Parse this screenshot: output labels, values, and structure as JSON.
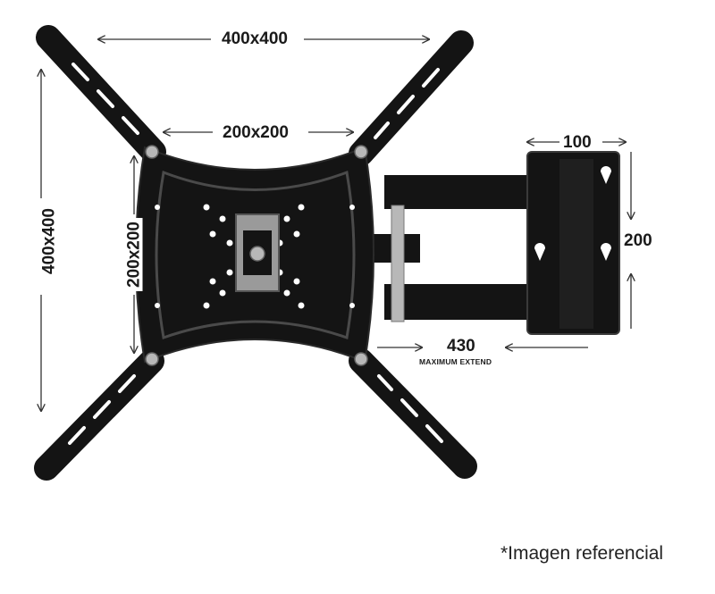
{
  "dimensions": {
    "top_width": "400x400",
    "left_height": "400x400",
    "inner_width": "200x200",
    "inner_height": "200x200",
    "wall_plate_width": "100",
    "wall_plate_height": "200",
    "extension": "430",
    "extension_note": "MAXIMUM EXTEND"
  },
  "caption": "*Imagen referencial",
  "colors": {
    "bracket": "#141414",
    "bracket_edge": "#3a3a3a",
    "highlight": "#5a5a5a",
    "metal": "#b8b8b8",
    "dimension_line": "#333333",
    "background": "#ffffff"
  }
}
